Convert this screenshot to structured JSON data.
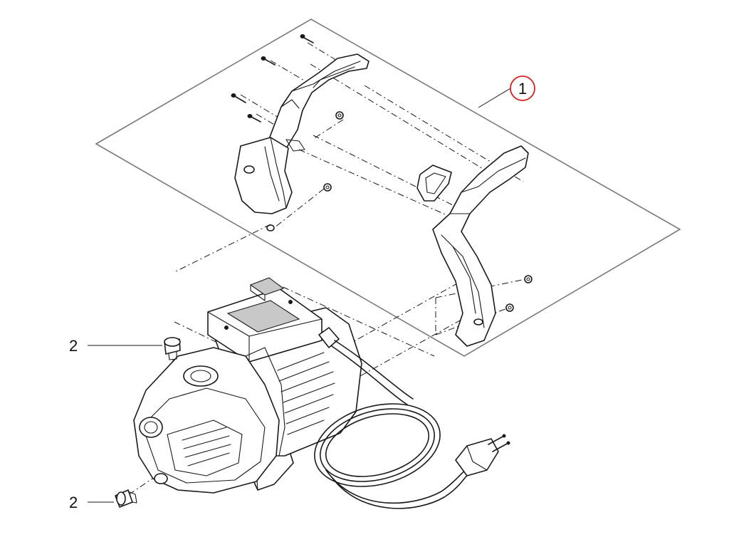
{
  "labels": {
    "callout_1": "1",
    "label_2_top": "2",
    "label_2_bottom": "2"
  },
  "colors": {
    "callout_ring": "#d42020",
    "frame": "#7a7a7a",
    "line": "#1a1a1a"
  }
}
